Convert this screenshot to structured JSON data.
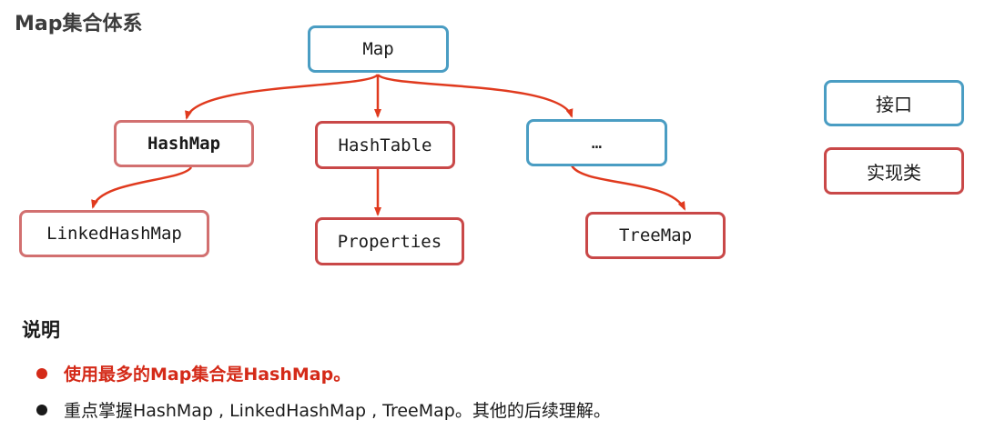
{
  "title": "Map集合体系",
  "nodes": {
    "map": "Map",
    "hashmap": "HashMap",
    "hashtable": "HashTable",
    "etc": "…",
    "linkedhashmap": "LinkedHashMap",
    "properties": "Properties",
    "treemap": "TreeMap"
  },
  "legend": {
    "interface": "接口",
    "implementation": "实现类"
  },
  "notes": {
    "heading": "说明",
    "items": [
      "使用最多的Map集合是HashMap。",
      "重点掌握HashMap , LinkedHashMap , TreeMap。其他的后续理解。"
    ]
  },
  "colors": {
    "interface_border": "#4a9dc3",
    "implementation_border": "#c94848",
    "arrow": "#e03a1e",
    "highlight_text": "#d42a18"
  }
}
